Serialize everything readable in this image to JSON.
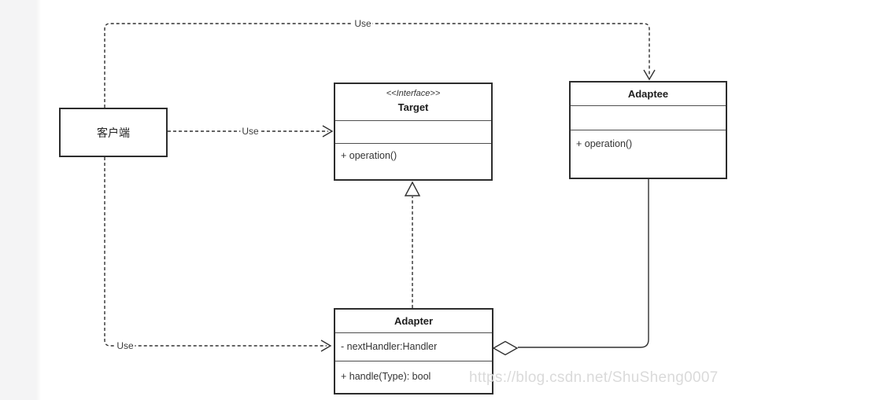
{
  "uml": {
    "classes": {
      "client": {
        "name": "客户端"
      },
      "target": {
        "stereotype": "<<Interface>>",
        "name": "Target",
        "methods": [
          "+ operation()"
        ]
      },
      "adaptee": {
        "name": "Adaptee",
        "methods": [
          "+ operation()"
        ]
      },
      "adapter": {
        "name": "Adapter",
        "attributes": [
          "- nextHandler:Handler"
        ],
        "methods": [
          "+ handle(Type): bool"
        ]
      }
    },
    "edges": {
      "client_to_adaptee_label": "Use",
      "client_to_target_label": "Use",
      "client_to_adapter_label": "Use"
    },
    "colors": {
      "line": "#303030",
      "box_border": "#2d2d2d",
      "canvas": "#ffffff",
      "gutter": "#f4f4f5",
      "watermark": "#dadada"
    }
  },
  "watermark_text": "https://blog.csdn.net/ShuSheng0007"
}
